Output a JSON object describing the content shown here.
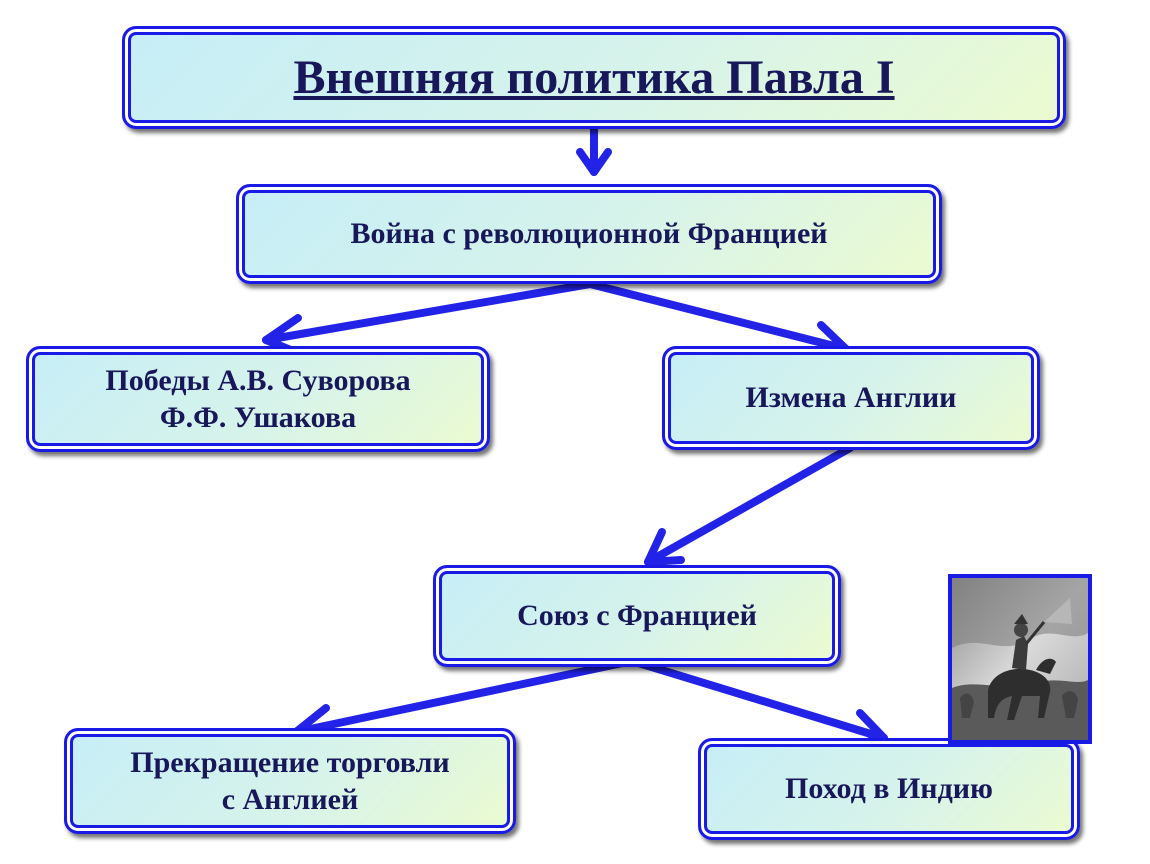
{
  "diagram": {
    "title": "Внешняя политика Павла I",
    "war": "Война с революционной Францией",
    "victories": {
      "line1": "Победы А.В. Суворова",
      "line2": "Ф.Ф. Ушакова"
    },
    "betrayal": "Измена Англии",
    "alliance": "Союз с Францией",
    "trade": {
      "line1": "Прекращение торговли",
      "line2": "с Англией"
    },
    "india": "Поход в Индию"
  },
  "colors": {
    "border": "#1a1ae6",
    "arrow": "#2323e8",
    "text": "#17175a"
  },
  "icons": {
    "portrait": "equestrian-portrait-picture"
  }
}
